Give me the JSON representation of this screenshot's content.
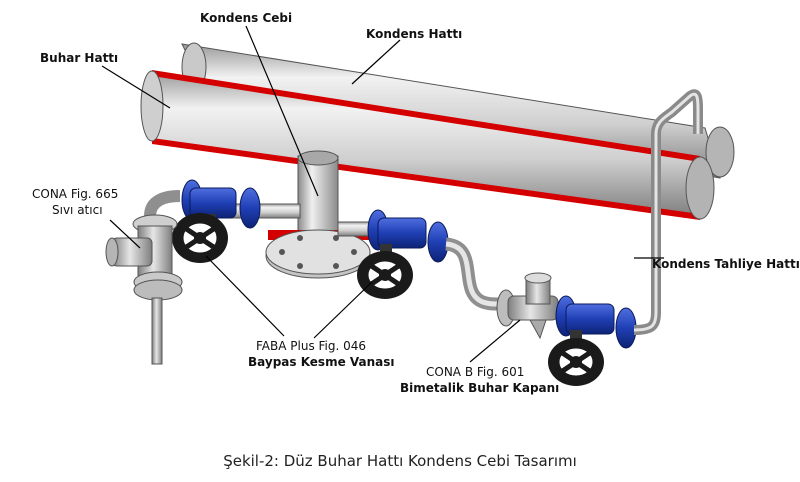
{
  "labels": {
    "kondens_cebi": "Kondens Cebi",
    "kondens_hatti": "Kondens Hattı",
    "buhar_hatti": "Buhar Hattı",
    "sivi_atici_1": "CONA Fig. 665",
    "sivi_atici_2": "Sıvı atıcı",
    "baypas_1": "FABA Plus Fig. 046",
    "baypas_2": "Baypas Kesme Vanası",
    "kapan_1": "CONA B Fig. 601",
    "kapan_2": "Bimetalik Buhar Kapanı",
    "tahliye": "Kondens Tahliye Hattı"
  },
  "caption": "Şekil-2: Düz Buhar Hattı Kondens Cebi Tasarımı",
  "colors": {
    "pipe": "#d6d6d6",
    "pipe_dark": "#8f8f8f",
    "insulation_red": "#d40000",
    "valve_blue": "#1f3fb5",
    "handwheel": "#1a1a1a"
  }
}
